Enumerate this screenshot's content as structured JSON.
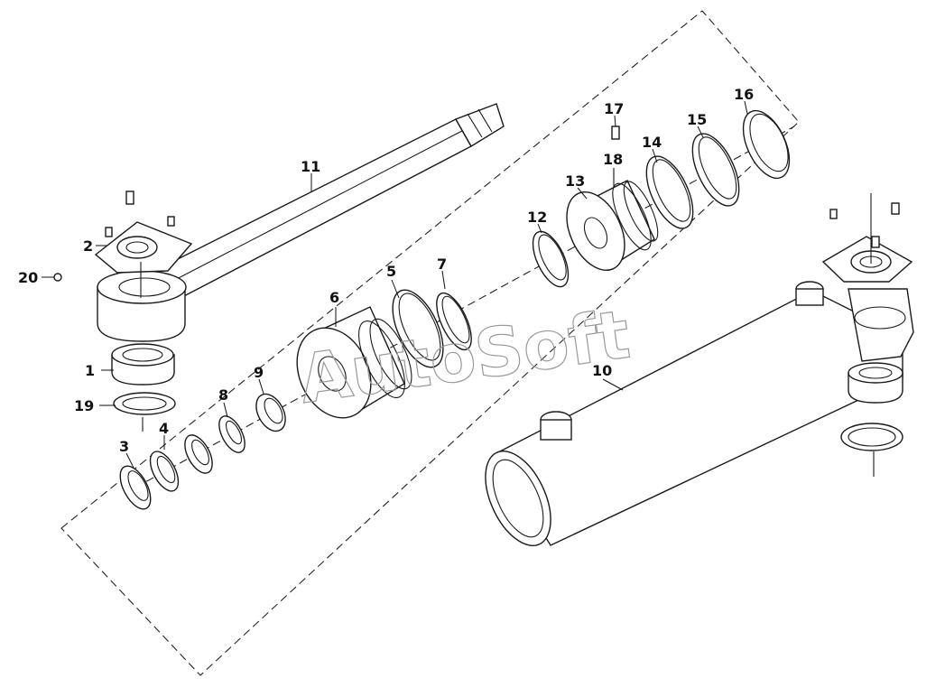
{
  "diagram": {
    "callouts": {
      "p1": "1",
      "p2": "2",
      "p3": "3",
      "p4": "4",
      "p5": "5",
      "p6": "6",
      "p7": "7",
      "p8": "8",
      "p9": "9",
      "p10": "10",
      "p11": "11",
      "p12": "12",
      "p13": "13",
      "p14": "14",
      "p15": "15",
      "p16": "16",
      "p17": "17",
      "p18": "18",
      "p19": "19",
      "p20": "20"
    },
    "watermark": "AutoSoft",
    "colors": {
      "line": "#1a1a1a",
      "background": "#ffffff",
      "watermark": "#9a9a9a"
    }
  }
}
